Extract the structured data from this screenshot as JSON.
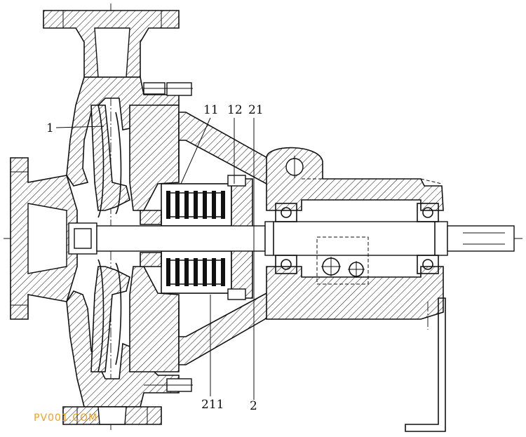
{
  "labels": {
    "l1": "1",
    "l11": "11",
    "l12": "12",
    "l21": "21",
    "l211": "211",
    "l2": "2"
  },
  "watermark": "PV001.COM",
  "colors": {
    "line": "#111111",
    "watermark": "#f0a020",
    "background": "#ffffff"
  }
}
